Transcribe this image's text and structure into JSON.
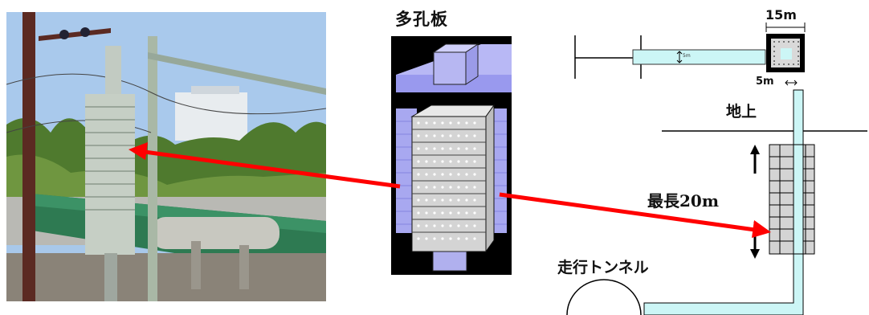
{
  "figure": {
    "plate_title": "多孔板",
    "labels": {
      "width_top": "15m",
      "width_shaft": "5m",
      "small_dim": "5m",
      "ground": "地上",
      "max_length": "最長20m",
      "tunnel": "走行トンネル"
    }
  },
  "colors": {
    "arrow": "#ff0000",
    "shaft_fill": "#ccf6f6",
    "perforated_plate": "#d9d9d9",
    "plate_face": "#b3b3f2",
    "plate_side": "#8a8ae6"
  }
}
